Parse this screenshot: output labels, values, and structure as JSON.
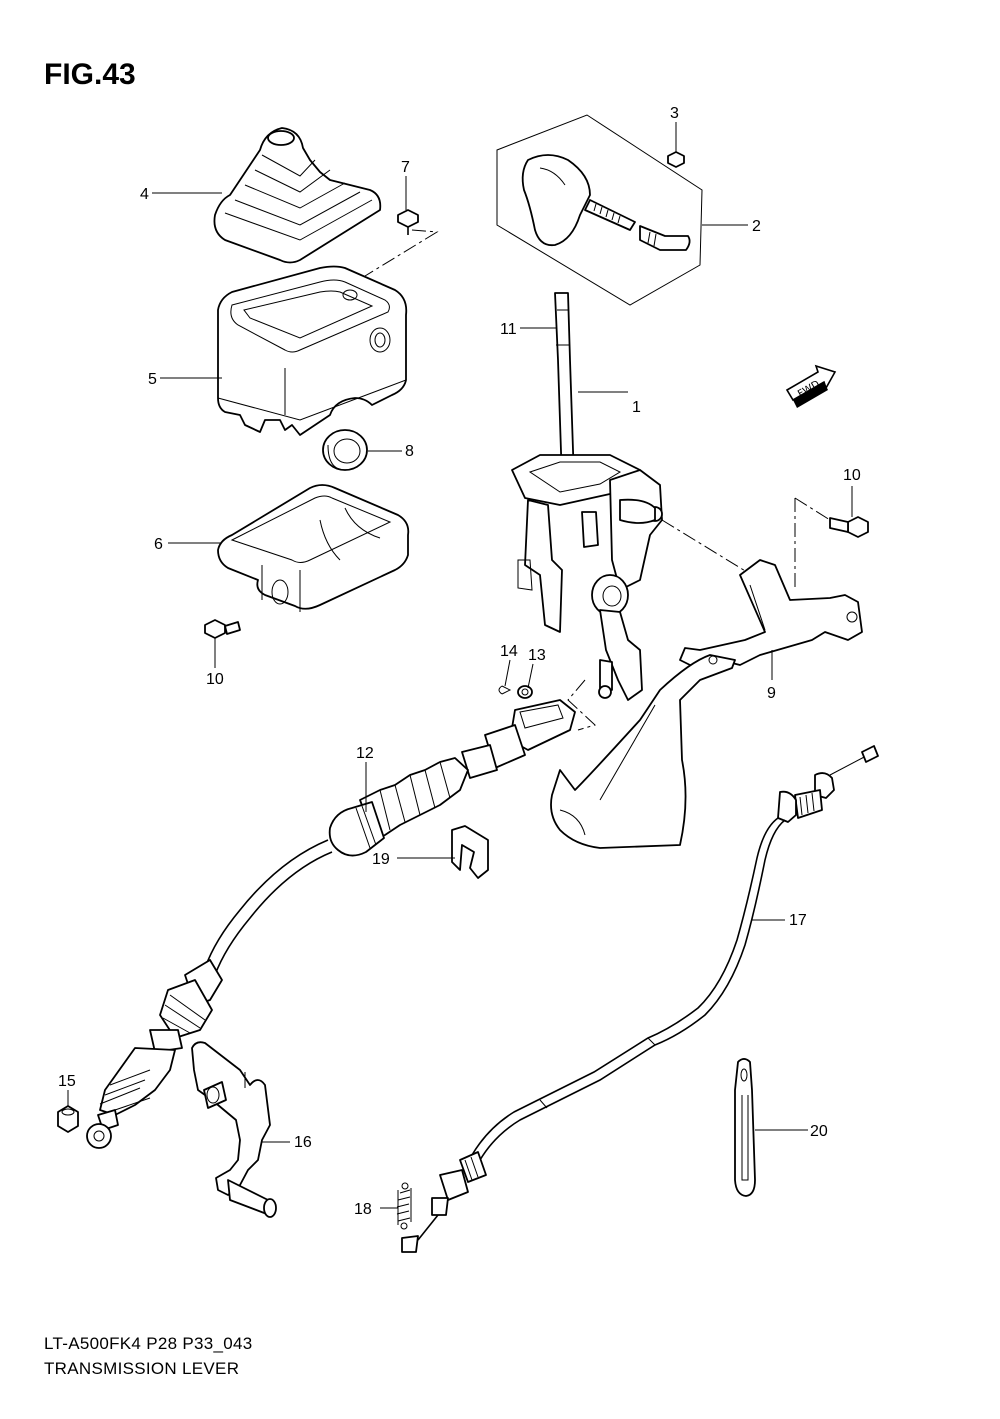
{
  "figure": {
    "title": "FIG.43"
  },
  "callouts": {
    "p1": "1",
    "p2": "2",
    "p3": "3",
    "p4": "4",
    "p5": "5",
    "p6": "6",
    "p7": "7",
    "p8": "8",
    "p9": "9",
    "p10a": "10",
    "p10b": "10",
    "p11": "11",
    "p12": "12",
    "p13": "13",
    "p14": "14",
    "p15": "15",
    "p16": "16",
    "p17": "17",
    "p18": "18",
    "p19": "19",
    "p20": "20"
  },
  "fwd_badge": "FWD",
  "footer": {
    "model_code": "LT-A500FK4 P28 P33_043",
    "section_title": "TRANSMISSION LEVER"
  }
}
